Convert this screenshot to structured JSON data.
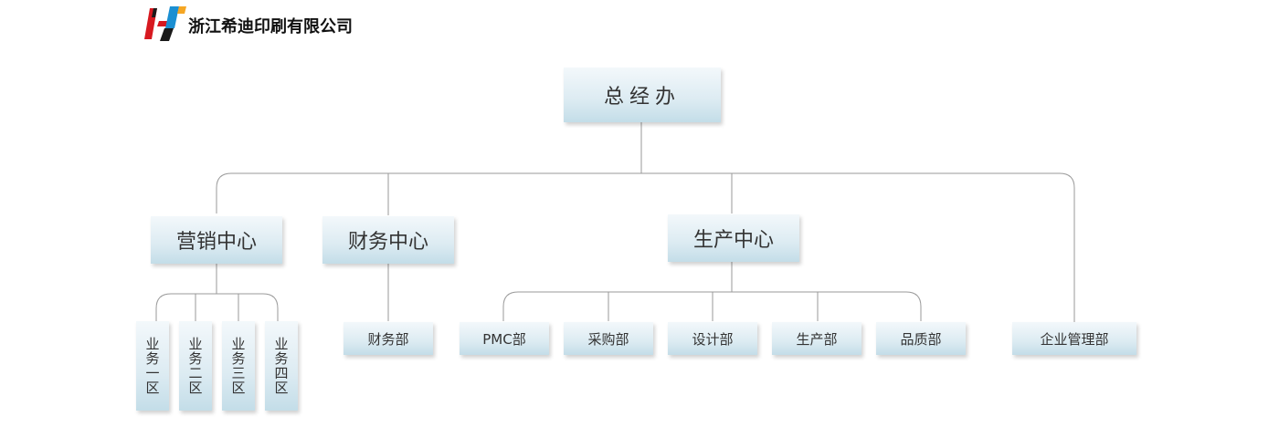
{
  "header": {
    "company_name": "浙江希迪印刷有限公司",
    "logo_colors": [
      "#d71920",
      "#1a1a1a",
      "#1b8fd2",
      "#f5a623"
    ]
  },
  "colors": {
    "connector_line": "#9a9a9a",
    "box_gradient_top": "#f3f8fb",
    "box_gradient_bottom": "#c3dde8"
  },
  "org": {
    "root": "总经办",
    "centers": {
      "marketing": "营销中心",
      "finance": "财务中心",
      "production": "生产中心"
    },
    "marketing_units": [
      "业务一区",
      "业务二区",
      "业务三区",
      "业务四区"
    ],
    "finance_units": [
      "财务部"
    ],
    "production_units": [
      "PMC部",
      "采购部",
      "设计部",
      "生产部",
      "品质部"
    ],
    "enterprise_management": "企业管理部"
  }
}
